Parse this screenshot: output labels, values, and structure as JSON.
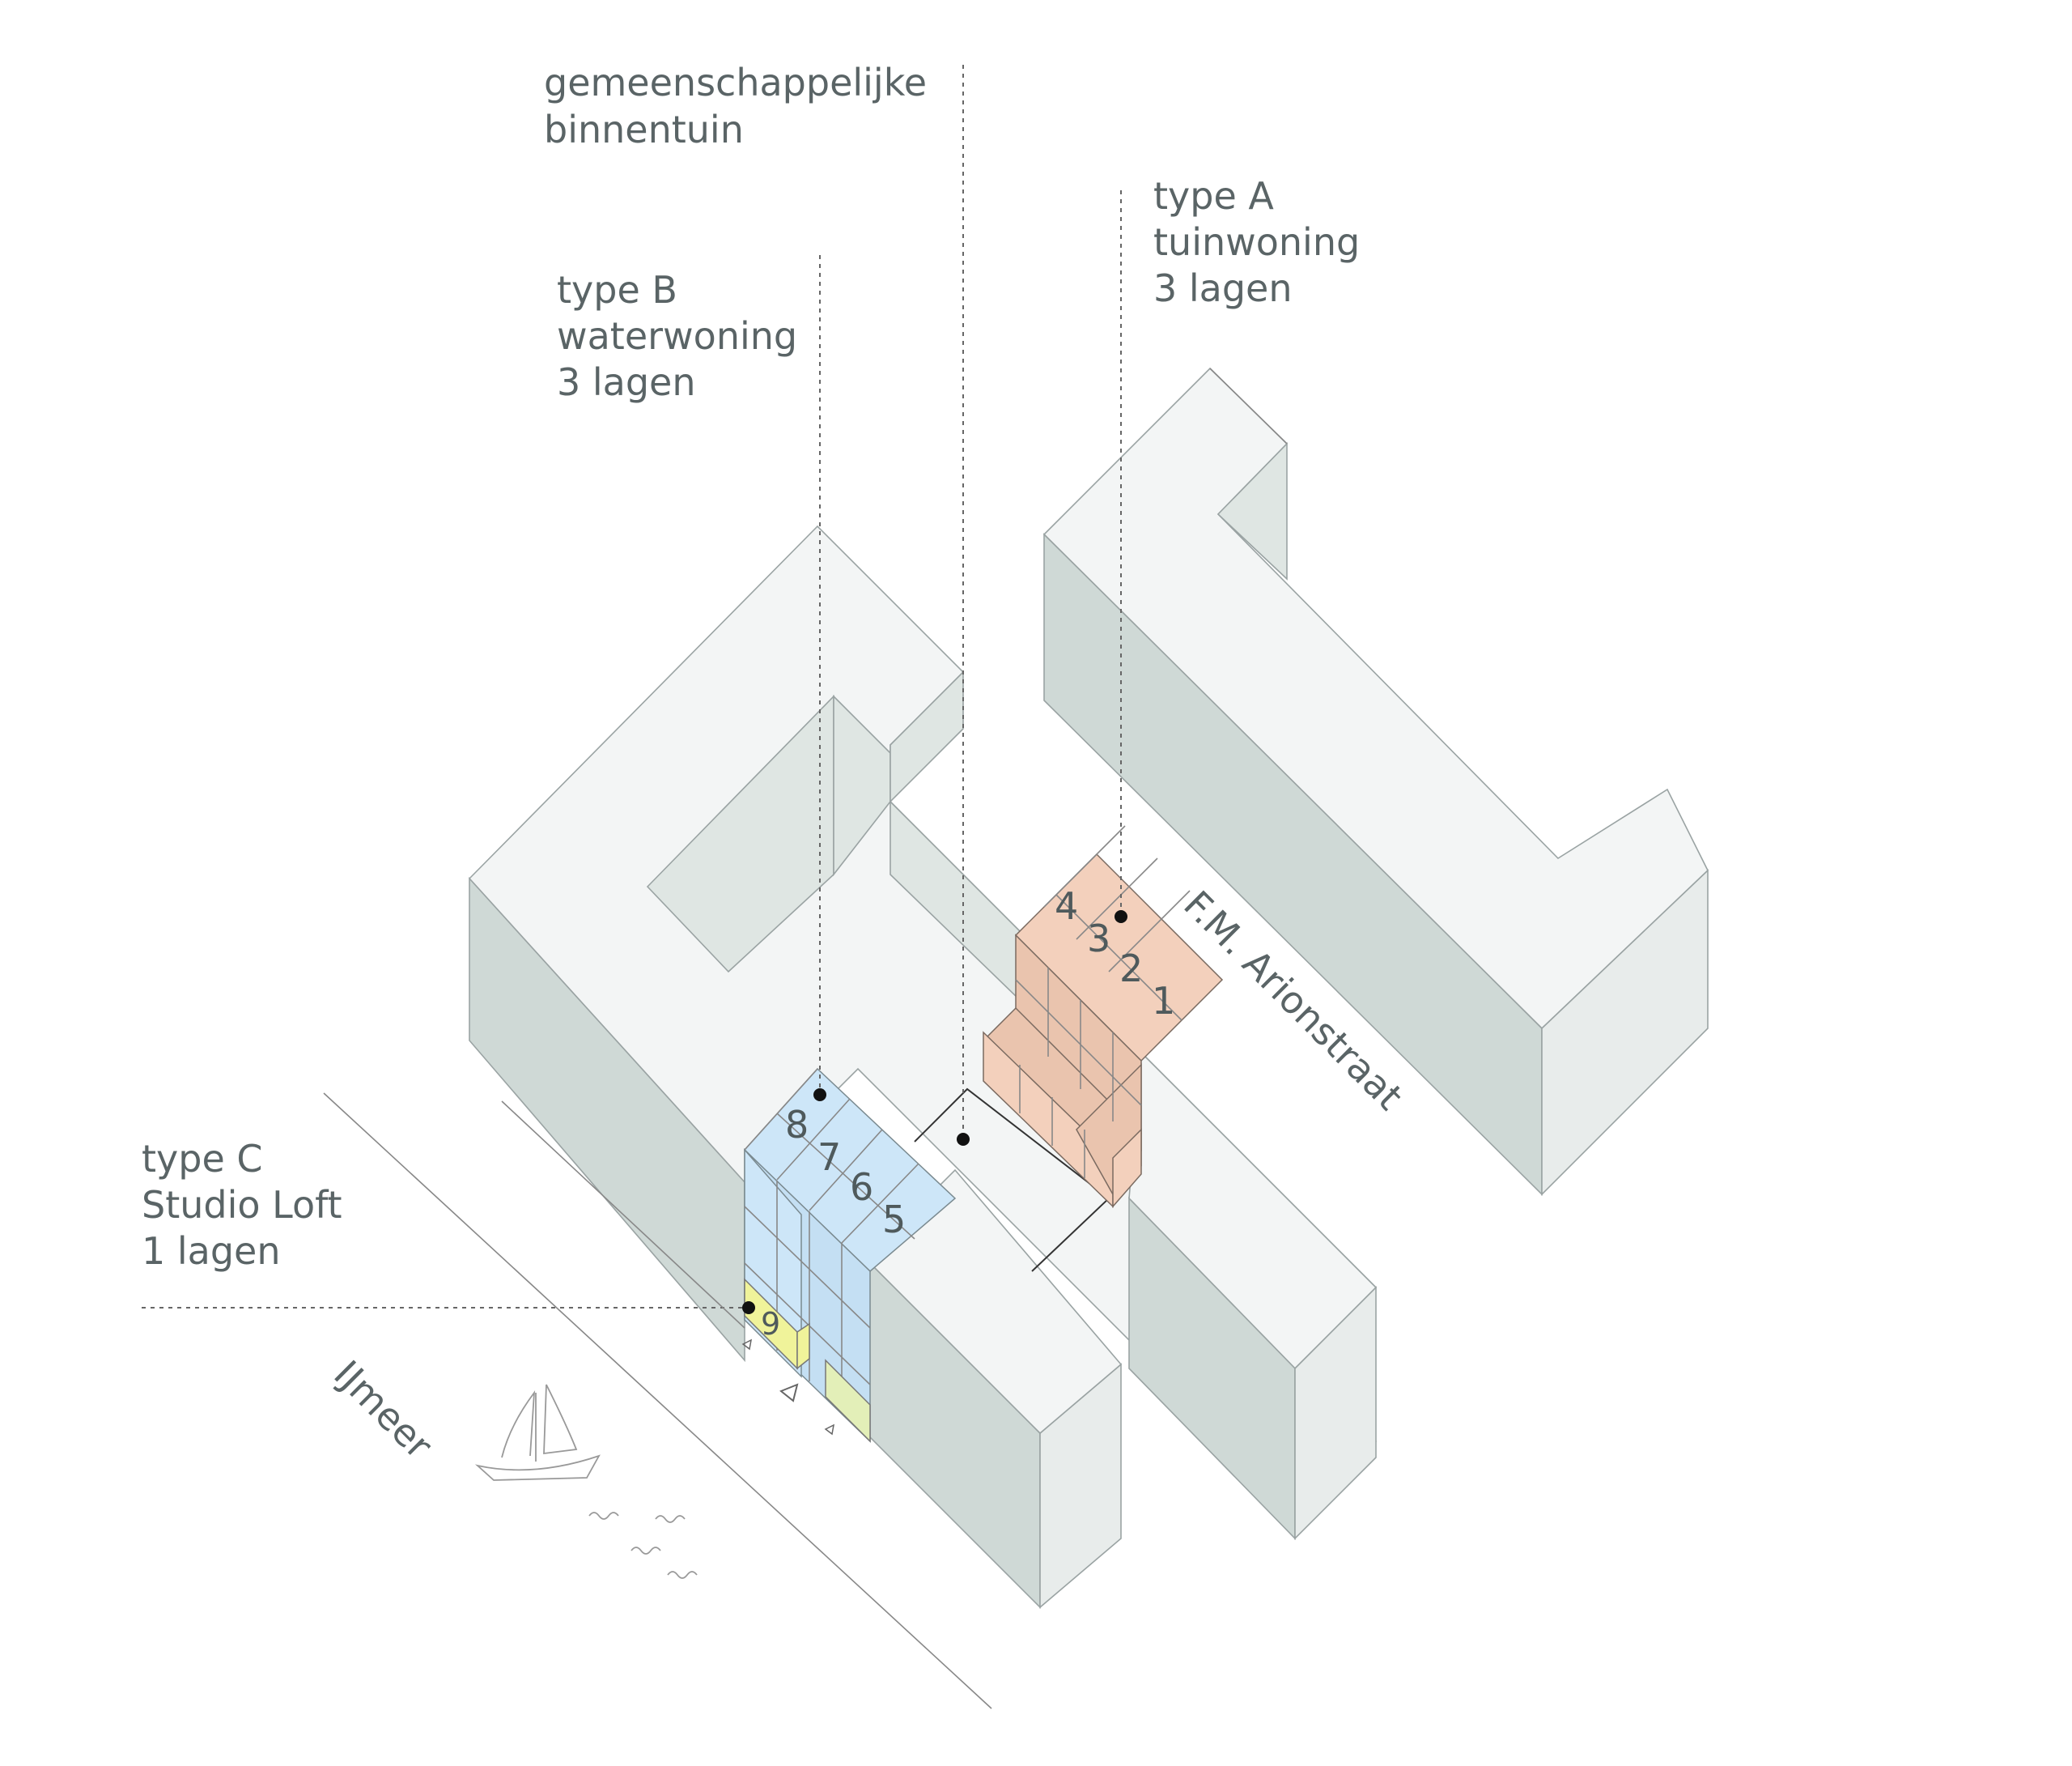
{
  "labels": {
    "courtyard": [
      "gemeenschappelijke",
      "binnentuin"
    ],
    "type_a": [
      "type A",
      "tuinwoning",
      "3 lagen"
    ],
    "type_b": [
      "type B",
      "waterwoning",
      "3 lagen"
    ],
    "type_c": [
      "type C",
      "Studio Loft",
      "1 lagen"
    ],
    "street": "F.M. Arionstraat",
    "water": "IJmeer"
  },
  "unit_numbers": {
    "type_a": [
      "4",
      "3",
      "2",
      "1"
    ],
    "type_b": [
      "8",
      "7",
      "6",
      "5"
    ],
    "type_c": [
      "9"
    ]
  },
  "colors": {
    "type_a": "#f3d0bc",
    "type_b": "#cde6f8",
    "type_c": "#f0f39a",
    "building": "#f3f5f5",
    "text": "#5a6466"
  },
  "icons": [
    "sailboat-icon",
    "water-waves-icon",
    "entrance-arrow-icon"
  ]
}
